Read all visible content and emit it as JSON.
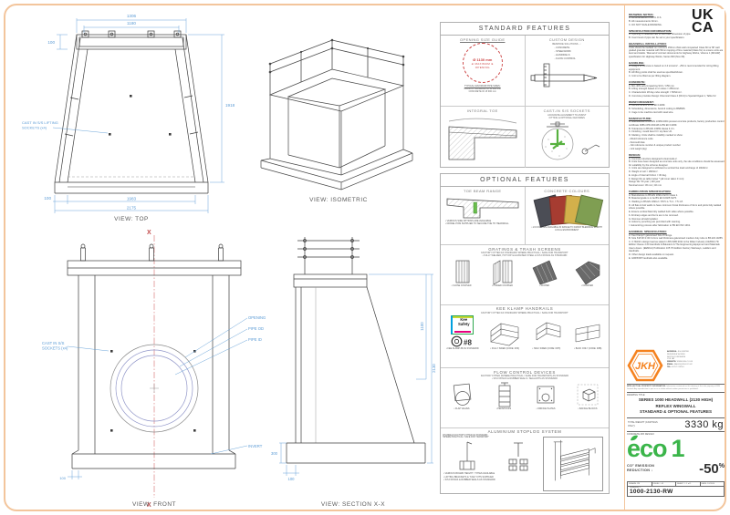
{
  "colors": {
    "border_accent": "#f3c59c",
    "dimension_blue": "#5b9bd5",
    "centerline_red": "#cc4444",
    "socket_green": "#57b13f",
    "jkh_orange": "#f5821f",
    "eco_green": "#3bb54a",
    "swatches": [
      "#4b4d55",
      "#a63c31",
      "#d3b04b",
      "#7f9e52"
    ]
  },
  "ukca": {
    "top": "UK",
    "bottom": "CA"
  },
  "views": {
    "top": {
      "label": "VIEW: TOP",
      "dim_top_outer": "1306",
      "dim_top_inner": "1180",
      "dim_left": "100",
      "dim_right": "1918",
      "dim_bottom_inner": "1983",
      "dim_bottom_outer": "2175",
      "dim_bottom_left": "100",
      "callout1": "CAST IN S/S LIFTING",
      "callout2": "SOCKETS (x4)"
    },
    "iso": {
      "label": "VIEW: ISOMETRIC"
    },
    "front": {
      "label": "VIEW: FRONT",
      "axis_top": "X",
      "axis_bottom": "X",
      "callout_l1": "CAST IN S/S",
      "callout_l2": "SOCKETS (x4)",
      "opening": "OPENING",
      "pipe_od": "PIPE OD",
      "pipe_id": "PIPE ID",
      "invert": "INVERT",
      "dim_toe": "100"
    },
    "section": {
      "label": "VIEW: SECTION X-X",
      "dim_height": "2130",
      "dim_upper": "1100",
      "dim_slab": "300",
      "dim_toe": "100"
    }
  },
  "standard": {
    "title": "STANDARD FEATURES",
    "opening": {
      "title": "OPENING SIZE GUIDE",
      "c1": "Ø 1130 mm",
      "c2": "◄ MAXIMUM ►",
      "c3": "OPENING",
      "note_title": "TYPICAL MAXIMUM PIPE SIZES:",
      "notes": [
        "PLASTIC TWINWALL  ID: Ø 900 mm",
        "CONCRETE  ID: Ø 900 mm"
      ]
    },
    "custom": {
      "title": "CUSTOM DESIGN",
      "subtitle": "BESPOKE SOLUTIONS ...:",
      "items": [
        "CONCRETE",
        "STEELWORK",
        "HANDRAILS",
        "FLOW CONTROL"
      ]
    },
    "toe": {
      "title": "INTEGRAL TOE"
    },
    "sockets": {
      "title": "CAST-IN S/S SOCKETS",
      "note1": "ACCURATE ALIGNMENT TO ASSIST",
      "note2": "FITTING & OPTIONAL FEATURES"
    }
  },
  "optional": {
    "title": "OPTIONAL FEATURES",
    "toe_beam": {
      "title": "TOE BEAM RANGE",
      "bullets": [
        "VARIOUS SIZE OPTIONS ARE AVAILABLE",
        "DOWEL PINS SUPPLIED TO SECURE TOE TO HEADWALL"
      ]
    },
    "colours": {
      "title": "CONCRETE COLOURS",
      "bullet": "24 COLOURS AVAILABLE IN RANGE TO ASSIST BLENDING IN WITH LOCAL ENVIRONMENT"
    },
    "gratings": {
      "title": "GRATINGS & TRASH SCREENS",
      "note1": "FACTORY FITTED AS STANDARD 'WHERE PRACTICAL / SAFE FOR TRANSPORT'",
      "note2": "FULLY WELDED, HOT DIP GALVANISED STEEL & S/S FIXINGS AS STANDARD",
      "items": [
        "CLOSE COUPLED",
        "HINGED COUPLED",
        "SLOPED",
        "CRANKED"
      ]
    },
    "handrails": {
      "title": "KEE KLAMP HANDRAILS",
      "note1": "FACTORY FITTED AS STANDARD 'WHERE PRACTICAL / SAFE FOR TRANSPORT'",
      "logo1": "Kee",
      "logo2": "Safety",
      "gauge": "#8",
      "items": [
        "KEE KLAMP #8 AS STANDARD",
        "FULLY SIDED (CODE: R3F)",
        "HALF SIDED (CODE: R3H)",
        "BACK ONLY (CODE: R3B)"
      ]
    },
    "flow": {
      "title": "FLOW CONTROL DEVICES",
      "note1": "FACTORY FITTED (WHERE PRACTICAL / SAFE FOR TRANSPORT) AS STANDARD",
      "note2": "S/S FIXINGS & RUBBER SEALS / SEALANTS AS STANDARD",
      "items": [
        "FLAP VALVES",
        "PENSTOCKS",
        "ORIFICE PLATES",
        "BAFFLE BLOCKS"
      ]
    },
    "stoplog": {
      "title": "ALUMINIUM STOPLOG SYSTEM",
      "note1": "CHANNELS FACTORY FITTED AS STANDARD",
      "note2": "'WHERE PRACTICAL / SAFE FOR TRANSPORT'",
      "bullets": [
        "VARIOUS BOARD HEIGHT / TYPES AVAILABLE",
        "LIFTING BRACKETS & T-KEY KITS SUPPLIED",
        "S/S FIXINGS & RUBBER SEALS AS STANDARD"
      ]
    }
  },
  "notes": {
    "s1": {
      "title": "DRAWING NOTES:",
      "lines": [
        "A.  All dimensions in mm U.O.S.",
        "B.  All measurements ±2mm.",
        "C.  DO NOT SCALE DRAWING."
      ]
    },
    "s2": {
      "title": "SPECIFICATION INFORMATION:",
      "lines": [
        "A.  Opening in headwall cast to suit outer dimension of pipe.",
        "B.  Invert level of pipe can be set to your specification."
      ]
    },
    "s3": {
      "title": "HEADWALL INSTALLATION:",
      "lines": [
        "Units should be bedded on minimum 150mm thick well compacted Class 6N or 6P well graded granular material with 50mm topping of fine material (Class 6L) to ensure units are level and stable. 'Manual of contract documents for Highway Works, Volume 1 (MCHW) specification for Highway Works, Series 600 (Nov 09)."
      ]
    },
    "s4": {
      "title": "HANDLING:",
      "lines": [
        "A.  Weight of concrete is based on 2.4 tonne/m³. +5% is recommended for sizing lifting equipment.",
        "B.  All lifting points shall be used as specified/shown.",
        "C.  Unit to be lifted as per lifting diagram."
      ]
    },
    "s5": {
      "title": "CONCRETE:",
      "lines": [
        "A.  Min 40N self-compacting SCC / C50 mix.",
        "B.  Lifting strength based on 2 cubes = 25N/mm².",
        "C.  Characteristic 28 day cube strength = 50N/mm².",
        "D.  Concrete provides Design Chemical Class 4 (DC4) to Special Digest 1, Table F2."
      ]
    },
    "s6": {
      "title": "REINFORCEMENT:",
      "lines": [
        "A.  Reinforcement to BS EN 13369.",
        "B.  Scheduling, dimensions, bend & cutting to BS8666.",
        "C.  Cage to be machine tied with steel wire."
      ]
    },
    "s7": {
      "title": "MANUFACTURE:",
      "lines": [
        "A.  Manufacture to BS EN 13369:2004 precast concrete products, factory production control certificate 0086-CPD-602446 & BS EN 13369.",
        "B.  Tolerances to BS EN 13369 clause 4.3.1.",
        "C.  Finishing: mould face F3 / top face U2.",
        "D.  Marking. Units shall be indelibly marked to show:",
        "-  Mould reference code",
        "-  Demould date",
        "-  Job reference number & unique product number",
        "-  Unit weight (kg)"
      ]
    },
    "s8": {
      "title": "DESIGN:",
      "lines": [
        "A.  Concrete structure designed to Eurocode 2.",
        "B.  Units have been designed as concrete units only, the site conditions should be assessed for suitability by the scheme designer.",
        "C.  Units are designed to withstand a vertical live load surcharge of 10kN/m².",
        "D.  Weight of soil = 18kN/m³.",
        "E.  Angle of internal friction = 30 deg.",
        "F.  Design life as table below * (all cover taken 0 mm):",
        "Design life:  50 year  |  120 year",
        "Nominal cover:  30 mm  |  40 mm"
      ]
    },
    "s9": {
      "title": "FABRICATION SPECIFICATION:",
      "lines": [
        "A.  Manufacture to BS EN 1090-2 EXC Class 1.",
        "B.  Material grade is to be BS EN 10025 S275.",
        "C.  Welding to BS EN 1090-2 / PD 5.1 / 5.4 - 7.5.1.8.",
        "D.  All flats & butt welds to have minimum throat thickness of 3mm and joints fully welded where possible.",
        "E.  Ensure vertical flats fully welded both sides where possible.",
        "F.  All sharp edges and burrs are to be removed.",
        "G.  Remove all weld splatter.",
        "H.  Holes by punching are permitted with reaming.",
        "I.  Galvanizing process after fabrication to BS EN ISO 1461."
      ]
    },
    "s10": {
      "title": "HANDRAIL SPECIFICATION:",
      "lines": [
        "A.  Kee Klamp® galvanised Size 8 fittings.",
        "B.  Size 8 Ø 48.3 OD 3.2mm wall thickness galvanised medium duty tube to BS EN 10255.",
        "C.  0.74kN/m design load as stated in BS 6180:2011 & the Water Industry (CESWI) 7th Edition Clause 2.00 Handrails & Balusters & The Engineering Equipment and Materials Users Assoc. (EEMUA) Publication 105 7th Edition Factory Stairways, Ladders and Handrails.",
        "D.  Other design loads available on request.",
        "E.  GRP/FRP handrails also available."
      ]
    }
  },
  "tb": {
    "logo": "JKH",
    "contact": [
      {
        "l": "ADDRESS:",
        "v": "JKH LIMITED"
      },
      {
        "l": "",
        "v": "RIVERSIDE WORKS"
      },
      {
        "l": "",
        "v": "NORTH YORKSHIRE"
      },
      {
        "l": "",
        "v": "YO8 1AT"
      },
      {
        "l": "WEBSITE:",
        "v": "WWW.JKH.CO.UK"
      },
      {
        "l": "EMAIL:",
        "v": "SALES@JKH.CO.UK"
      },
      {
        "l": "TEL:",
        "v": "01757 213744"
      }
    ],
    "disclaimer_label": "INTELLECTUAL PROPERTY INFORMATION:",
    "disclaimer": "Information contained on this drawing is the sole property of JKH Limited. Any reproduction in part or as a whole without written permission is prohibited.",
    "drawing_title_label": "DRAWING TITLE:",
    "title1": "SERIES 1000 HEADWALL (2130 HIGH)",
    "title2": "REFLEX WINGWALL",
    "title3": "STANDARD & OPTIONAL FEATURES",
    "weight_label": "TOTAL WEIGHT (CASTINGS ONLY):",
    "weight_value": "3330 kg",
    "mix_label": "CONCRETE MIX DESIGN:",
    "eco": {
      "word": "eco",
      "one": "1",
      "l1": "CO² EMISSION",
      "l2": "REDUCTION ↓",
      "value": "-50",
      "pct": "%"
    },
    "fields": [
      "DRAWN: PN",
      "ISSUE #: 01",
      "SHEET #: 1 of 1",
      "DATE: 12/2024"
    ],
    "drawing_no_label": "DRAWING #:",
    "drawing_no": "1000-2130-RW"
  }
}
